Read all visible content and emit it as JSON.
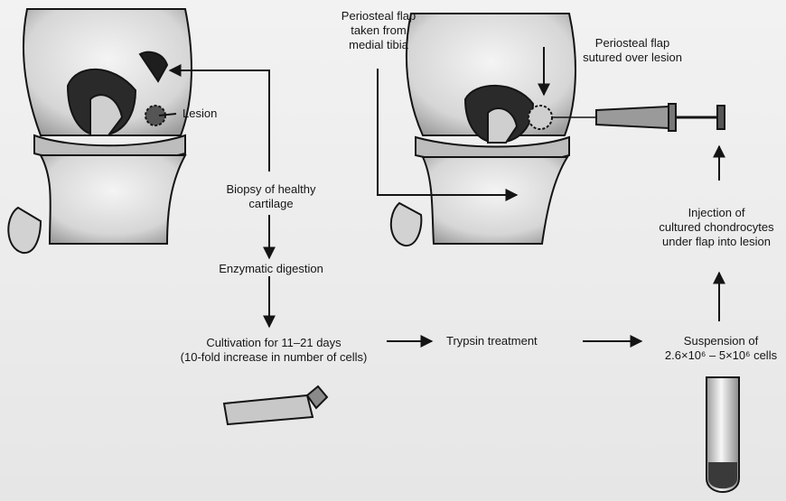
{
  "labels": {
    "lesion": "Lesion",
    "biopsy": [
      "Biopsy of healthy",
      "cartilage"
    ],
    "digestion": "Enzymatic digestion",
    "cultivation": [
      "Cultivation for 11–21 days",
      "(10-fold increase in number of cells)"
    ],
    "trypsin": "Trypsin treatment",
    "suspension_line1": "Suspension of",
    "suspension_line2": "2.6×10⁶ – 5×10⁶ cells",
    "injection": [
      "Injection of",
      "cultured chondrocytes",
      "under flap into lesion"
    ],
    "periosteal_taken": [
      "Periosteal flap",
      "taken from",
      "medial tibia"
    ],
    "periosteal_sutured": [
      "Periosteal flap",
      "sutured over lesion"
    ]
  },
  "colors": {
    "ink": "#141414",
    "bone": "#d9d9d9",
    "shade": "#8a8a8a"
  }
}
